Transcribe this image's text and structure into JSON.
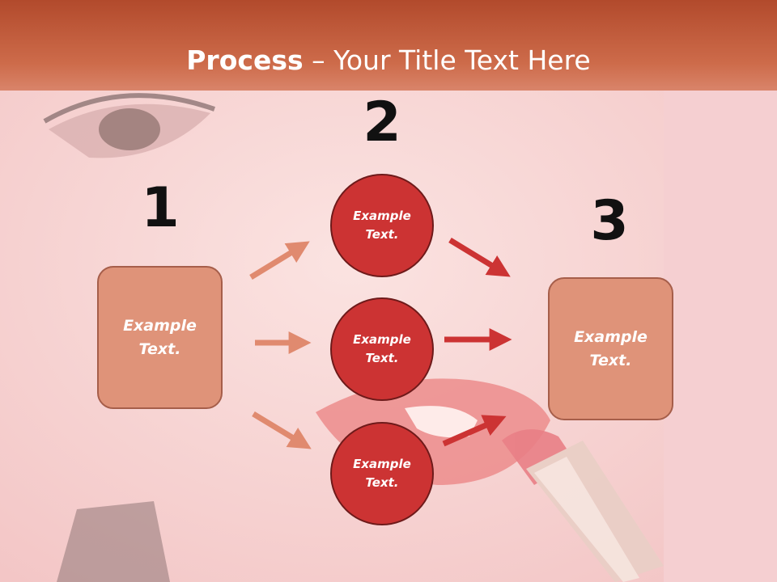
{
  "title": {
    "bold": "Process",
    "rest": " – Your Title Text Here"
  },
  "steps": {
    "one": "1",
    "two": "2",
    "three": "3"
  },
  "boxes": {
    "left": {
      "line1": "Example",
      "line2": "Text."
    },
    "right": {
      "line1": "Example",
      "line2": "Text."
    }
  },
  "circles": [
    {
      "line1": "Example",
      "line2": "Text."
    },
    {
      "line1": "Example",
      "line2": "Text."
    },
    {
      "line1": "Example",
      "line2": "Text."
    }
  ],
  "colors": {
    "title_bar": "#c05a3a",
    "box_fill": "#df9379",
    "circle_fill": "#cc3333",
    "arrow_light": "#e08a6f",
    "arrow_dark": "#cc3333"
  }
}
